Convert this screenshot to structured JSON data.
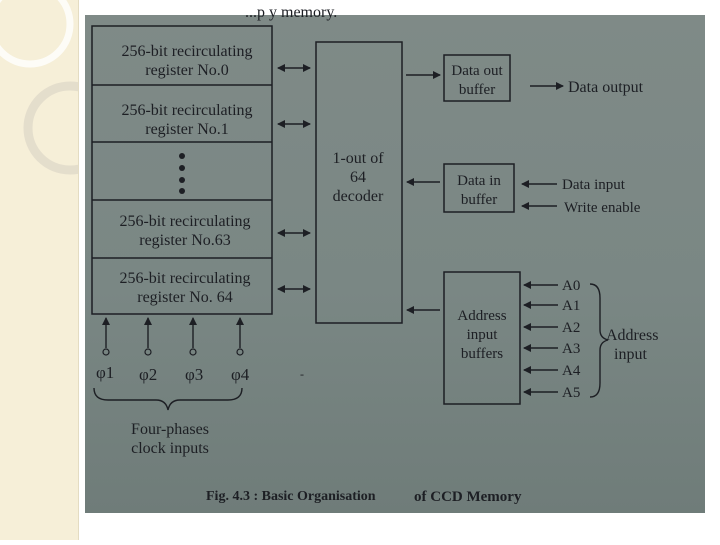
{
  "top_fragment": "...p y memory.",
  "registers": [
    {
      "line1": "256-bit recirculating",
      "line2": "register No.0"
    },
    {
      "line1": "256-bit recirculating",
      "line2": "register No.1"
    },
    {
      "line1": "256-bit recirculating",
      "line2": "register No.63"
    },
    {
      "line1": "256-bit recirculating",
      "line2": "register No. 64"
    }
  ],
  "decoder": {
    "line1": "1-out of",
    "line2": "64",
    "line3": "decoder"
  },
  "data_out_buffer": {
    "line1": "Data out",
    "line2": "buffer"
  },
  "data_in_buffer": {
    "line1": "Data in",
    "line2": "buffer"
  },
  "address_buffers": {
    "line1": "Address",
    "line2": "input",
    "line3": "buffers"
  },
  "data_output_label": "Data output",
  "data_input_label": "Data input",
  "write_enable_label": "Write enable",
  "address_lines": [
    "A0",
    "A1",
    "A2",
    "A3",
    "A4",
    "A5"
  ],
  "address_input_label": {
    "line1": "Address",
    "line2": "input"
  },
  "clock_phases": [
    "φ1",
    "φ2",
    "φ3",
    "φ4"
  ],
  "clock_label": {
    "line1": "Four-phases",
    "line2": "clock inputs"
  },
  "caption": {
    "prefix": "Fig. 4.3 : Basic Organisation",
    "suffix": "of CCD Memory"
  }
}
